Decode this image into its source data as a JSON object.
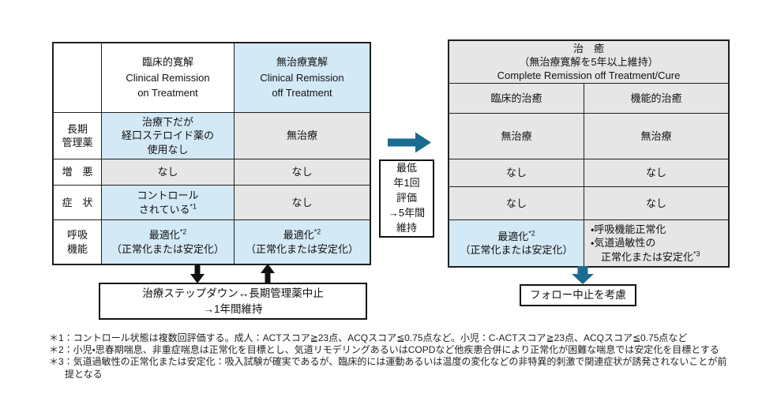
{
  "colors": {
    "cell_blue": "#d3e9f6",
    "cell_gray": "#e6e6e6",
    "arrow_teal": "#1a6d8e",
    "line": "#1f1f1f"
  },
  "left_table": {
    "corner_label": "",
    "col_headers": [
      {
        "lines": [
          "臨床的寛解",
          "Clinical Remission",
          "on Treatment"
        ],
        "bg": "white"
      },
      {
        "lines": [
          "無治療寛解",
          "Clinical Remission",
          "off Treatment"
        ],
        "bg": "blue"
      }
    ],
    "rows": [
      {
        "label_lines": [
          "長期",
          "管理薬"
        ],
        "cells": [
          {
            "lines": [
              "治療下だが",
              "経口ステロイド薬の",
              "使用なし"
            ],
            "bg": "blue"
          },
          {
            "lines": [
              "無治療"
            ],
            "bg": "gray"
          }
        ]
      },
      {
        "label_lines": [
          "増　悪"
        ],
        "cells": [
          {
            "lines": [
              "なし"
            ],
            "bg": "gray"
          },
          {
            "lines": [
              "なし"
            ],
            "bg": "gray"
          }
        ]
      },
      {
        "label_lines": [
          "症　状"
        ],
        "cells": [
          {
            "lines": [
              "コントロール",
              "されている*1"
            ],
            "bg": "blue"
          },
          {
            "lines": [
              "なし"
            ],
            "bg": "gray"
          }
        ]
      },
      {
        "label_lines": [
          "呼吸",
          "機能"
        ],
        "cells": [
          {
            "lines": [
              "最適化*2",
              "（正常化または安定化）"
            ],
            "bg": "blue"
          },
          {
            "lines": [
              "最適化*2",
              "（正常化または安定化）"
            ],
            "bg": "blue"
          }
        ]
      }
    ]
  },
  "right_table": {
    "header_lines": [
      "治　癒",
      "（無治療寛解を5年以上維持）",
      "Complete Remission off Treatment/Cure"
    ],
    "sub_headers": [
      "臨床的治癒",
      "機能的治癒"
    ],
    "rows": [
      {
        "cells": [
          {
            "lines": [
              "無治療"
            ],
            "bg": "gray"
          },
          {
            "lines": [
              "無治療"
            ],
            "bg": "gray"
          }
        ]
      },
      {
        "cells": [
          {
            "lines": [
              "なし"
            ],
            "bg": "gray"
          },
          {
            "lines": [
              "なし"
            ],
            "bg": "gray"
          }
        ]
      },
      {
        "cells": [
          {
            "lines": [
              "なし"
            ],
            "bg": "gray"
          },
          {
            "lines": [
              "なし"
            ],
            "bg": "gray"
          }
        ]
      },
      {
        "cells": [
          {
            "lines": [
              "最適化*2",
              "（正常化または安定化）"
            ],
            "bg": "blue"
          },
          {
            "lines": [
              "・呼吸機能正常化",
              "・気道過敏性の",
              "　正常化または安定化*3"
            ],
            "bg": "gray",
            "align": "left"
          }
        ]
      }
    ]
  },
  "flow": {
    "eval_box_lines": [
      "最低",
      "年1回",
      "評価",
      "→5年間",
      "維持"
    ],
    "stepdown_box_lines": [
      "治療ステップダウン↔長期管理薬中止",
      "→1年間維持"
    ],
    "follow_box_label": "フォロー中止を考慮"
  },
  "footnotes": [
    "＊1：コントロール状態は複数回評価する。成人：ACTスコア≧23点、ACQスコア≦0.75点など。小児：C-ACTスコア≧23点、ACQスコア≦0.75点など",
    "＊2：小児・思春期喘息、非重症喘息は正常化を目標とし、気道リモデリングあるいはCOPDなど他疾患合併により正常化が困難な喘息では安定化を目標とする",
    "＊3：気道過敏性の正常化または安定化：吸入試験が確実であるが、臨床的には運動あるいは温度の変化などの非特異的刺激で関連症状が誘発されないことが前提となる"
  ]
}
